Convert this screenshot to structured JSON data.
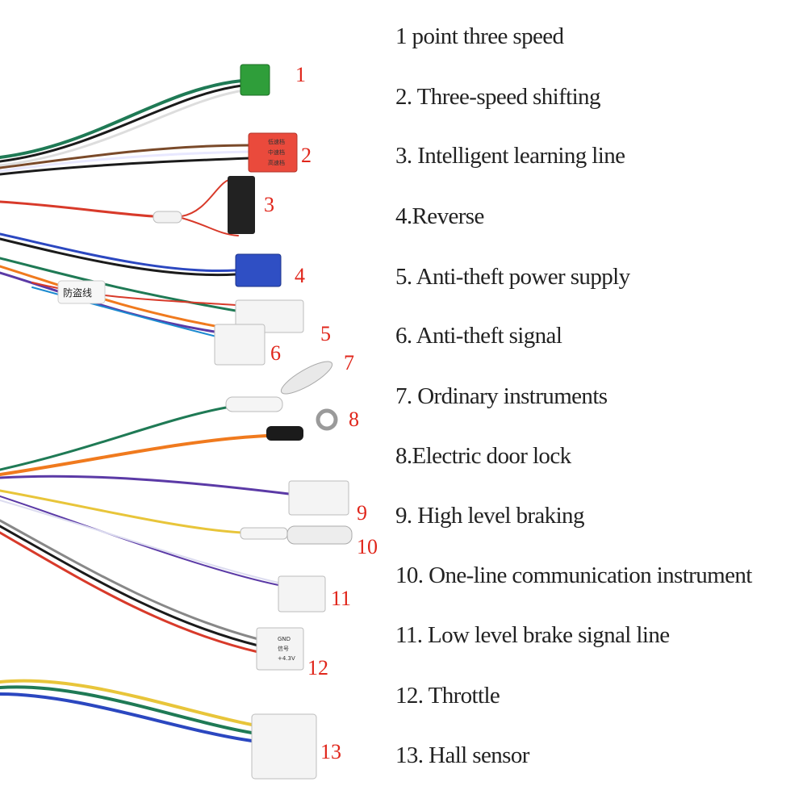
{
  "callout_numbers": [
    "1",
    "2",
    "3",
    "4",
    "5",
    "6",
    "7",
    "8",
    "9",
    "10",
    "11",
    "12",
    "13"
  ],
  "legend": [
    "1 point three speed",
    "2. Three-speed shifting",
    "3. Intelligent learning line",
    "4.Reverse",
    "5. Anti-theft power supply",
    "6. Anti-theft signal",
    "7. Ordinary instruments",
    "8.Electric door lock",
    "9. High level braking",
    "10. One-line communication instrument",
    "11. Low level brake signal line",
    "12. Throttle",
    "13. Hall sensor"
  ],
  "wire_sleeve_label": "防盗线",
  "connector2_text": [
    "低速档",
    "中速档",
    "高速档"
  ],
  "connector12_text": [
    "GND",
    "信号",
    "+4.3V"
  ],
  "colors": {
    "callout_red": "#e0261b",
    "green_connector": "#2f9e3a",
    "red_connector": "#ea4a3c",
    "blue_connector": "#2f4fc4",
    "orange_wire": "#f07a1e",
    "purple_wire": "#5b3aa6"
  }
}
